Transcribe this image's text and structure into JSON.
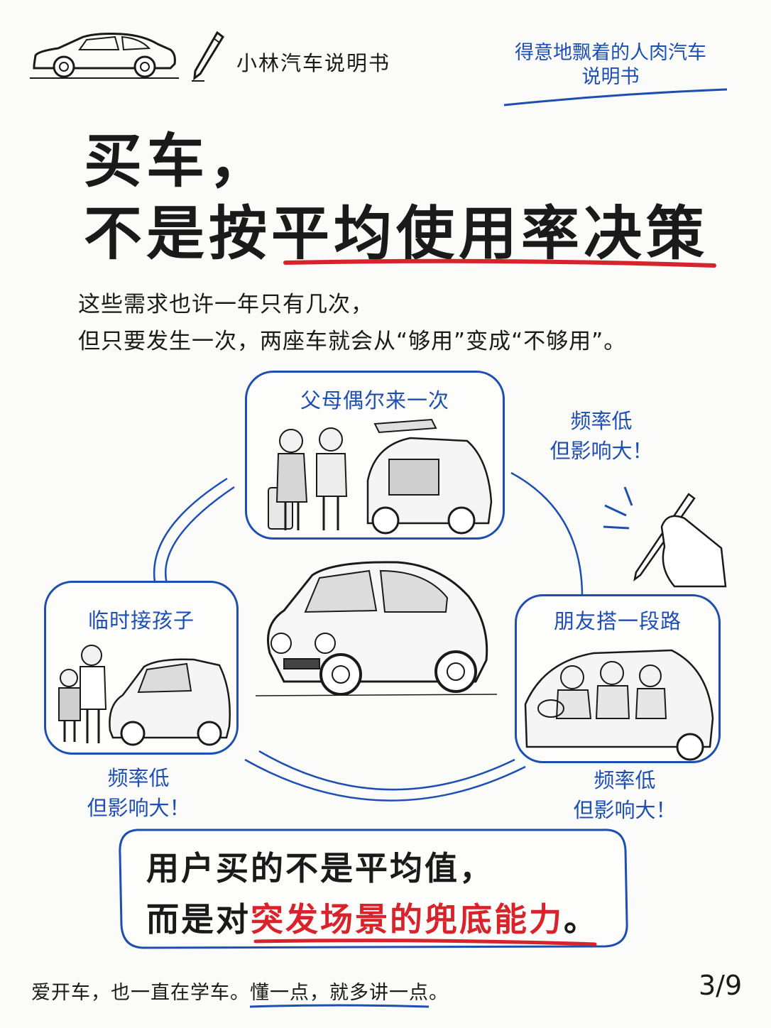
{
  "header": {
    "brand": "小林汽车说明书",
    "tagline_line1": "得意地飘着的人肉汽车",
    "tagline_line2": "说明书"
  },
  "title": {
    "line1": "买车，",
    "line2": "不是按平均使用率决策"
  },
  "intro": {
    "line1": "这些需求也许一年只有几次，",
    "line2": "但只要发生一次，两座车就会从“够用”变成“不够用”。"
  },
  "scenes": {
    "top": {
      "label": "父母偶尔来一次",
      "note_line1": "频率低",
      "note_line2": "但影响大！"
    },
    "left": {
      "label": "临时接孩子",
      "note_line1": "频率低",
      "note_line2": "但影响大！"
    },
    "right": {
      "label": "朋友搭一段路",
      "note_line1": "频率低",
      "note_line2": "但影响大！"
    }
  },
  "conclusion": {
    "line1": "用户买的不是平均值，",
    "line2_prefix": "而是对",
    "line2_highlight": "突发场景的兜底能力",
    "line2_suffix": "。"
  },
  "footer": {
    "text": "爱开车，也一直在学车。懂一点，就多讲一点。",
    "page": "3/9"
  },
  "colors": {
    "accent_blue": "#1d4fb3",
    "accent_red": "#d8232a",
    "ink": "#1a1a1a"
  }
}
